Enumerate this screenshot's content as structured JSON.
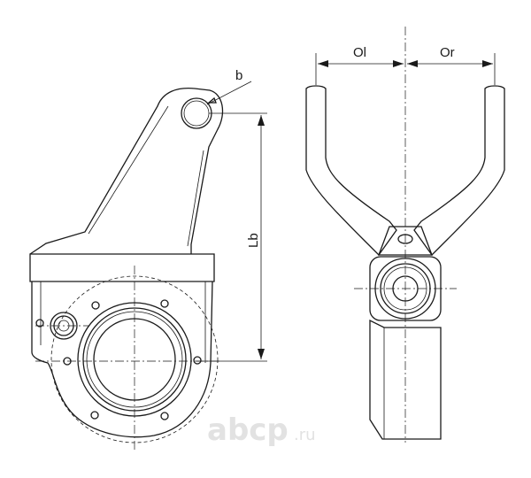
{
  "labels": {
    "b": "b",
    "lb": "Lb",
    "ol": "Ol",
    "or": "Or"
  },
  "watermark": {
    "main": "abcp",
    "suffix": ".ru",
    "color": "#e2e2e2"
  },
  "colors": {
    "line": "#1a1a1a",
    "background": "#ffffff"
  }
}
